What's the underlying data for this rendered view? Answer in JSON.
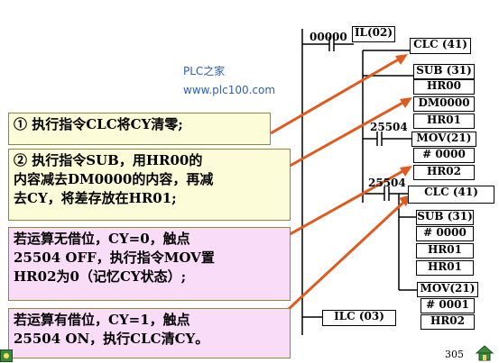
{
  "watermark": {
    "name": "PLC之家",
    "url": "www.plc100.com"
  },
  "notes": [
    {
      "lines": [
        "① 执行指令CLC将CY清零;"
      ]
    },
    {
      "lines": [
        "② 执行指令SUB，用HR00的",
        "内容减去DM0000的内容，再减",
        "去CY，将差存放在HR01;"
      ]
    },
    {
      "lines": [
        "若运算无借位，CY=0，触点",
        "25504 OFF，执行指令MOV置",
        "HR02为0（记忆CY状态）;"
      ]
    },
    {
      "lines": [
        "若运算有借位，CY=1，触点",
        "25504 ON，执行CLC清CY。"
      ]
    }
  ],
  "ladder": {
    "contact_top": "00000",
    "il": "IL(02)",
    "clc1": "CLC (41)",
    "sub1": [
      "SUB (31)",
      "HR00",
      "DM0000",
      "HR01"
    ],
    "contact_a": "25504",
    "mov1": [
      "MOV(21)",
      "# 0000",
      "HR02"
    ],
    "contact_b": "25504",
    "clc2": "CLC (41)",
    "sub2": [
      "SUB (31)",
      "# 0000",
      "HR01",
      "HR01"
    ],
    "mov2": [
      "MOV(21)",
      "# 0001",
      "HR02"
    ],
    "ilc": "ILC (03)"
  },
  "page_number": "305",
  "colors": {
    "arrow": "#e05a1e",
    "note_yellow": "#fcfcd8",
    "note_pink": "#f9dcf7",
    "watermark": "#2d5fb3"
  }
}
